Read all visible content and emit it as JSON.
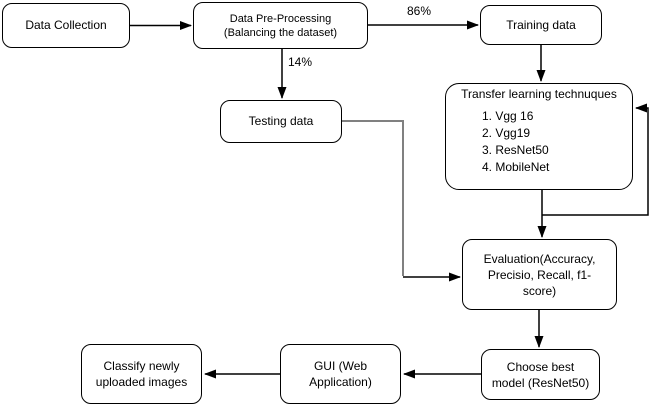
{
  "diagram": {
    "nodes": {
      "data_collection": {
        "label": "Data Collection"
      },
      "preprocessing": {
        "lines": [
          "Data Pre-Processing",
          "(Balancing the dataset)"
        ]
      },
      "training_data": {
        "label": "Training data"
      },
      "transfer_learning": {
        "title": "Transfer learning technuques",
        "items": [
          "1. Vgg 16",
          "2. Vgg19",
          "3. ResNet50",
          "4. MobileNet"
        ]
      },
      "testing_data": {
        "label": "Testing data"
      },
      "evaluation": {
        "lines": [
          "Evaluation(Accuracy,",
          "Precisio, Recall, f1-",
          "score)"
        ]
      },
      "choose_best_model": {
        "lines": [
          "Choose best",
          "model (ResNet50)"
        ]
      },
      "gui": {
        "lines": [
          "GUI (Web",
          "Application)"
        ]
      },
      "classify": {
        "lines": [
          "Classify newly",
          "uploaded images"
        ]
      }
    },
    "edge_labels": {
      "training_split": "86%",
      "testing_split": "14%"
    },
    "colors": {
      "stroke": "#000000",
      "gray_connector": "#808080",
      "fill": "#ffffff",
      "text": "#000000"
    }
  }
}
